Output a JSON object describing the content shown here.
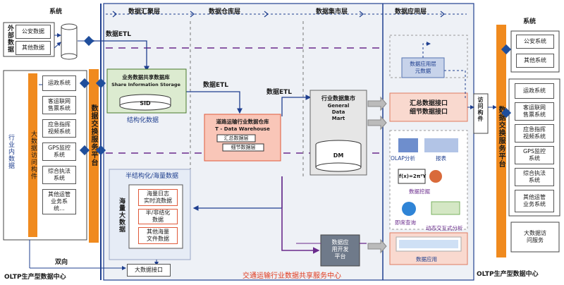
{
  "columns": {
    "system": "系统",
    "gather": "数据汇聚层",
    "warehouse": "数据仓库层",
    "mart": "数据集市层",
    "app": "数据应用层",
    "right_system": "系统"
  },
  "left": {
    "external_label": "外部数据",
    "external_items": [
      "公安数据",
      "其他数据"
    ],
    "internal_label": "行业内数据",
    "bigdata_access": "大数据访问构件",
    "internal_items": [
      "运政系统",
      "客运联网\n售票系统",
      "应急指挥\n视频系统",
      "GPS监控\n系统",
      "综合执法\n系统",
      "其他运管\n业务系\n统..."
    ],
    "exchange_platform": "数据交换服务平台",
    "two_way": "双向",
    "oltp": "OLTP生产型数据中心"
  },
  "gather": {
    "etl": "数据ETL",
    "share_title": "业务数据共享数据库",
    "share_en": "Share Information Storage",
    "sid": "SID",
    "structured": "结构化数据",
    "semi_title": "半结构化/海量数据",
    "massive": "海量大数据",
    "items": [
      "海量日志\n实时流数据",
      "半/非结化\n数据",
      "其他海量\n文件数据"
    ],
    "interface": "大数据接口"
  },
  "warehouse": {
    "etl": "数据ETL",
    "title": "道路运输行业数据仓库",
    "en": "T - Data Warehouse",
    "summary": "汇总数据层",
    "detail": "细节数据层"
  },
  "mart": {
    "etl": "数据ETL",
    "title": "行业数据集市",
    "en": "General\nData\nMart",
    "dm": "DM",
    "dev_platform": "数据应\n用开发\n平台"
  },
  "app": {
    "meta": "数据应用层\n元数据",
    "interface": "汇总数据接口\n细节数据接口",
    "olap": "OLAP分析",
    "report": "报表",
    "formula": "f(x)=2π²Y",
    "mining": "数据挖掘",
    "query": "即席查询",
    "dynamic": "动态交互式分析",
    "apply": "数据应用",
    "access": "访问构件"
  },
  "center_title": "交通运输行业数据共享服务中心",
  "right": {
    "exchange_platform": "数据交换服务平台",
    "external_items": [
      "公安系统",
      "其他系统"
    ],
    "internal_items": [
      "运政系统",
      "客运联网\n售票系统",
      "应急指挥\n视频系统",
      "GPS监控\n系统",
      "综合执法\n系统",
      "其他运管\n业务系统"
    ],
    "bigdata_service": "大数据访\n问服务",
    "oltp": "OLTP生产型数据中心"
  },
  "colors": {
    "navy": "#1f3f8f",
    "orange": "#f08a1e",
    "red_title": "#e03a1e",
    "purple": "#6a2b8c",
    "green_db": "#dcebd0",
    "pink_dw": "#f9c6b8"
  }
}
